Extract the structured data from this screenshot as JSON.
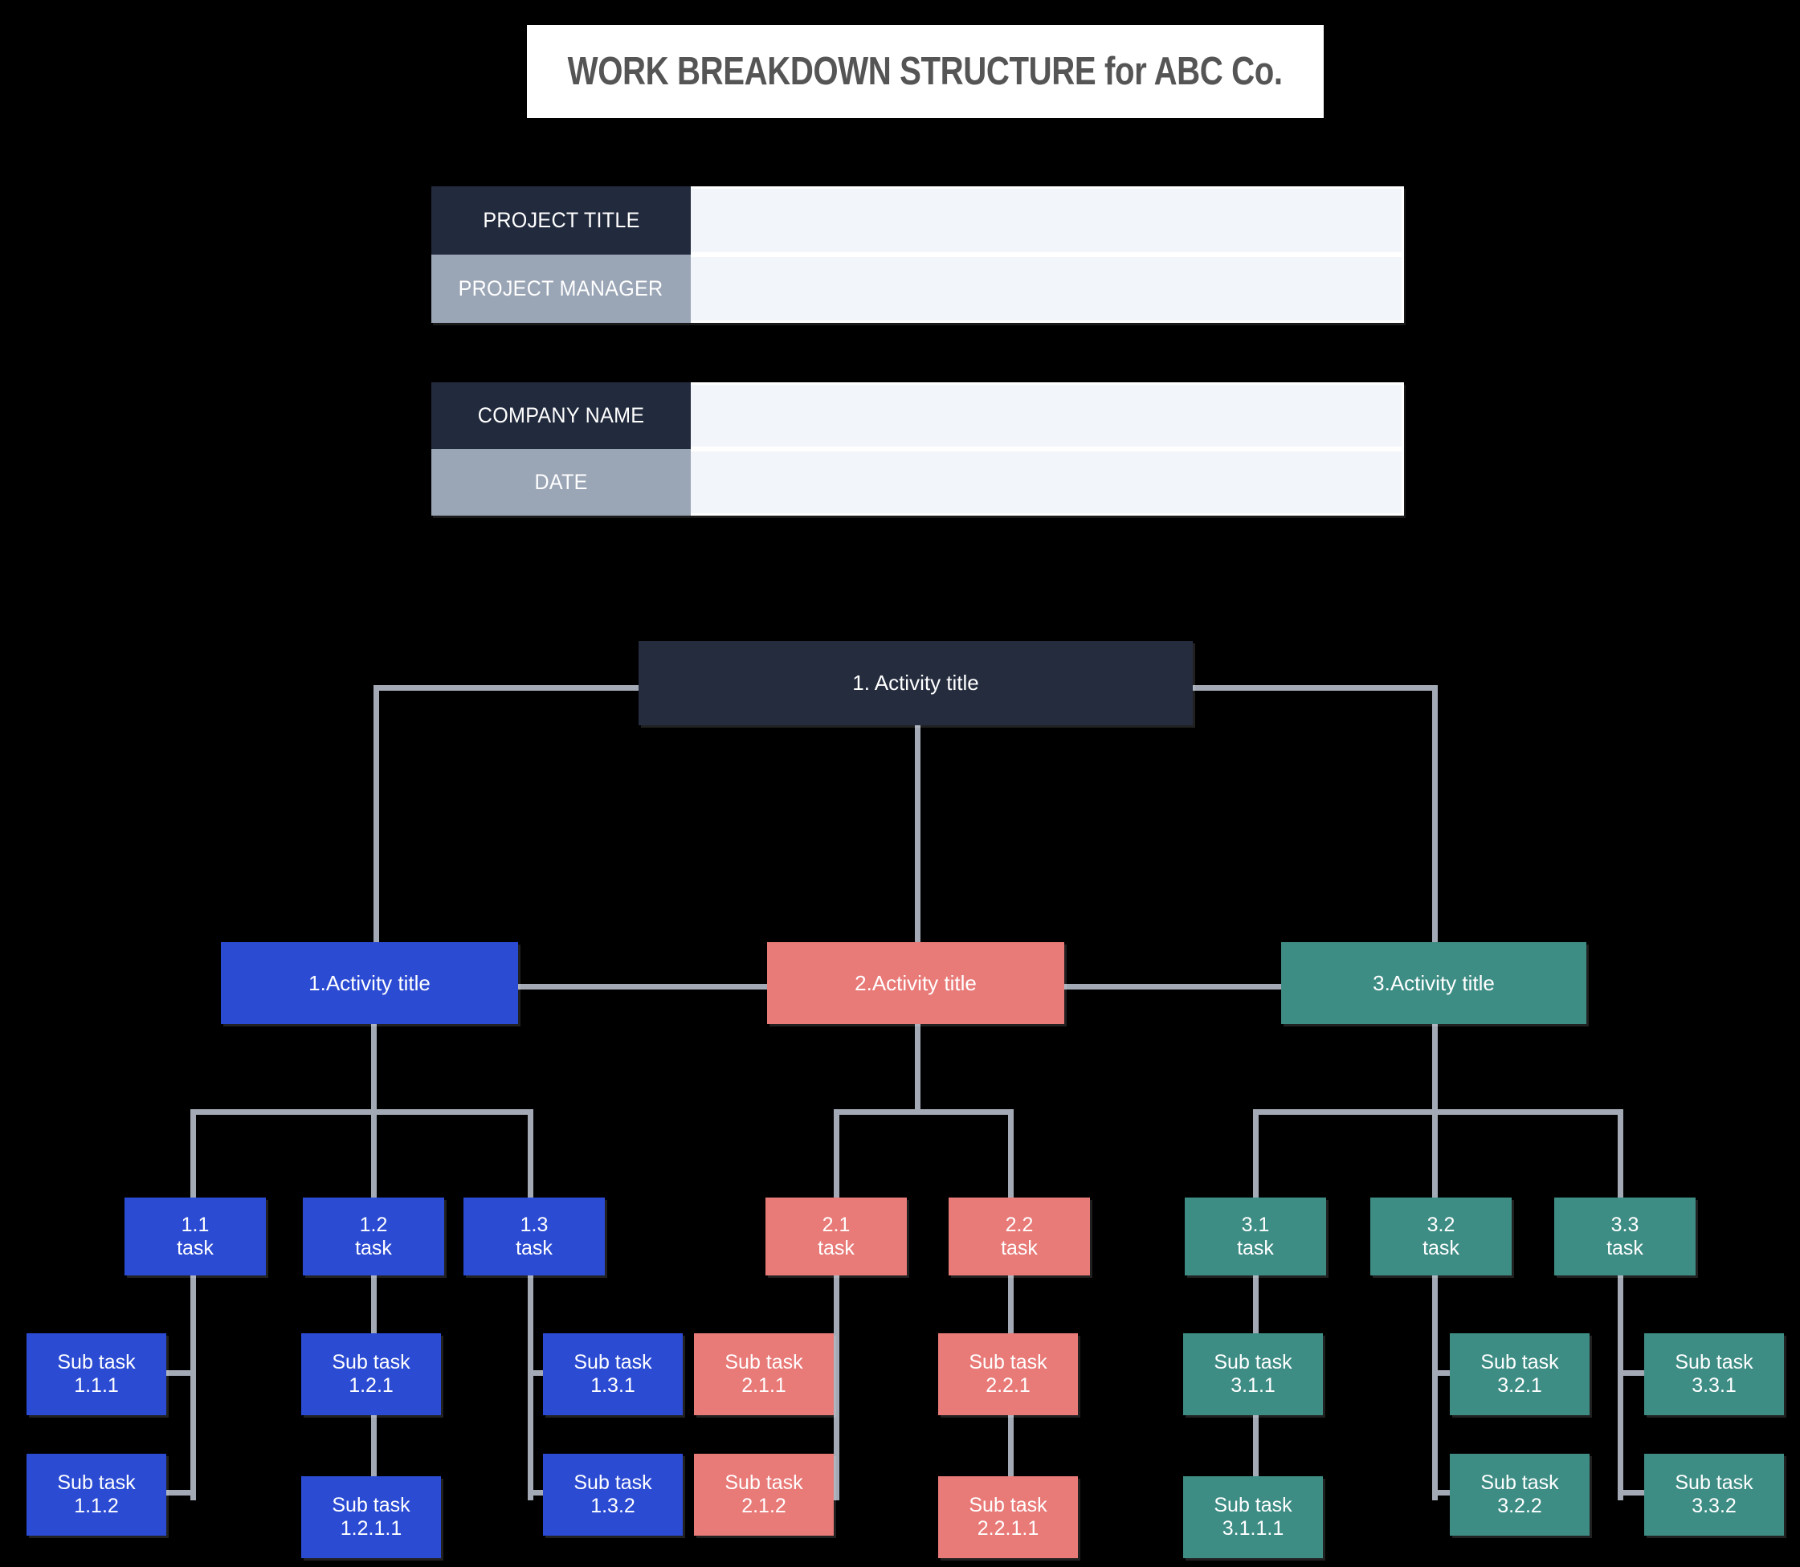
{
  "page": {
    "background": "#000000",
    "title_banner_bg": "#ffffff",
    "title_text_color": "#555555"
  },
  "header": {
    "title": "WORK BREAKDOWN STRUCTURE for ABC Co."
  },
  "forms": [
    {
      "id": "project-info",
      "rows": [
        {
          "label": "PROJECT TITLE",
          "value": "",
          "label_style": "dark"
        },
        {
          "label": "PROJECT MANAGER",
          "value": "",
          "label_style": "gray"
        }
      ]
    },
    {
      "id": "company-info",
      "rows": [
        {
          "label": "COMPANY NAME",
          "value": "",
          "label_style": "dark"
        },
        {
          "label": "DATE",
          "value": "",
          "label_style": "gray"
        }
      ]
    }
  ],
  "colors": {
    "root": "#242c3e",
    "branch_1": "#2b4bd3",
    "branch_2": "#e87a78",
    "branch_3": "#3e8d85",
    "connector": "#a3aab6",
    "label_dark": "#222a3d",
    "label_gray": "#9aa5b6",
    "field_fill": "#f2f5f9"
  },
  "chart_data": {
    "type": "diagram",
    "diagram_type": "work-breakdown-structure",
    "root": {
      "id": "root",
      "label": "1. Activity title",
      "color": "#242c3e"
    },
    "level2": [
      {
        "id": "a1",
        "label": "1.Activity title",
        "color": "#2b4bd3"
      },
      {
        "id": "a2",
        "label": "2.Activity title",
        "color": "#e87a78"
      },
      {
        "id": "a3",
        "label": "3.Activity title",
        "color": "#3e8d85"
      }
    ],
    "tasks": [
      {
        "id": "t11",
        "parent": "a1",
        "number": "1.1",
        "label": "task",
        "color": "#2b4bd3"
      },
      {
        "id": "t12",
        "parent": "a1",
        "number": "1.2",
        "label": "task",
        "color": "#2b4bd3"
      },
      {
        "id": "t13",
        "parent": "a1",
        "number": "1.3",
        "label": "task",
        "color": "#2b4bd3"
      },
      {
        "id": "t21",
        "parent": "a2",
        "number": "2.1",
        "label": "task",
        "color": "#e87a78"
      },
      {
        "id": "t22",
        "parent": "a2",
        "number": "2.2",
        "label": "task",
        "color": "#e87a78"
      },
      {
        "id": "t31",
        "parent": "a3",
        "number": "3.1",
        "label": "task",
        "color": "#3e8d85"
      },
      {
        "id": "t32",
        "parent": "a3",
        "number": "3.2",
        "label": "task",
        "color": "#3e8d85"
      },
      {
        "id": "t33",
        "parent": "a3",
        "number": "3.3",
        "label": "task",
        "color": "#3e8d85"
      }
    ],
    "subtasks": [
      {
        "id": "s111",
        "parent": "t11",
        "title": "Sub task",
        "number": "1.1.1",
        "color": "#2b4bd3"
      },
      {
        "id": "s112",
        "parent": "t11",
        "title": "Sub task",
        "number": "1.1.2",
        "color": "#2b4bd3"
      },
      {
        "id": "s121",
        "parent": "t12",
        "title": "Sub task",
        "number": "1.2.1",
        "color": "#2b4bd3"
      },
      {
        "id": "s1211",
        "parent": "s121",
        "title": "Sub task",
        "number": "1.2.1.1",
        "color": "#2b4bd3"
      },
      {
        "id": "s131",
        "parent": "t13",
        "title": "Sub task",
        "number": "1.3.1",
        "color": "#2b4bd3"
      },
      {
        "id": "s132",
        "parent": "t13",
        "title": "Sub task",
        "number": "1.3.2",
        "color": "#2b4bd3"
      },
      {
        "id": "s211",
        "parent": "t21",
        "title": "Sub task",
        "number": "2.1.1",
        "color": "#e87a78"
      },
      {
        "id": "s212",
        "parent": "t21",
        "title": "Sub task",
        "number": "2.1.2",
        "color": "#e87a78"
      },
      {
        "id": "s221",
        "parent": "t22",
        "title": "Sub task",
        "number": "2.2.1",
        "color": "#e87a78"
      },
      {
        "id": "s2211",
        "parent": "s221",
        "title": "Sub task",
        "number": "2.2.1.1",
        "color": "#e87a78"
      },
      {
        "id": "s311",
        "parent": "t31",
        "title": "Sub task",
        "number": "3.1.1",
        "color": "#3e8d85"
      },
      {
        "id": "s3111",
        "parent": "s311",
        "title": "Sub task",
        "number": "3.1.1.1",
        "color": "#3e8d85"
      },
      {
        "id": "s321",
        "parent": "t32",
        "title": "Sub task",
        "number": "3.2.1",
        "color": "#3e8d85"
      },
      {
        "id": "s322",
        "parent": "t32",
        "title": "Sub task",
        "number": "3.2.2",
        "color": "#3e8d85"
      },
      {
        "id": "s331",
        "parent": "t33",
        "title": "Sub task",
        "number": "3.3.1",
        "color": "#3e8d85"
      },
      {
        "id": "s332",
        "parent": "t33",
        "title": "Sub task",
        "number": "3.3.2",
        "color": "#3e8d85"
      }
    ]
  }
}
